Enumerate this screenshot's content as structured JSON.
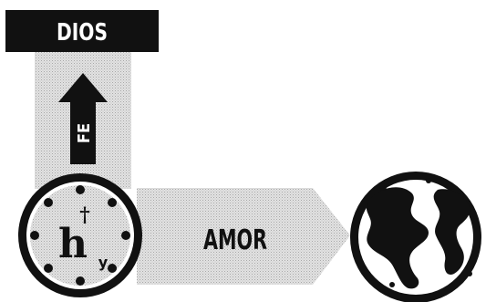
{
  "labels": {
    "top": "DIOS",
    "vertical_arrow": "FE",
    "horizontal_arrow": "AMOR"
  },
  "clock_symbol": {
    "cross": "†",
    "main_glyph": "h",
    "subscript": "y"
  },
  "icons": [
    "cross-icon",
    "globe-icon",
    "clock-dial-icon",
    "up-arrow-icon",
    "right-arrow-icon"
  ],
  "colors": {
    "box": "#111111",
    "arrow": "#cccccc",
    "ink": "#111111",
    "background": "#ffffff"
  }
}
